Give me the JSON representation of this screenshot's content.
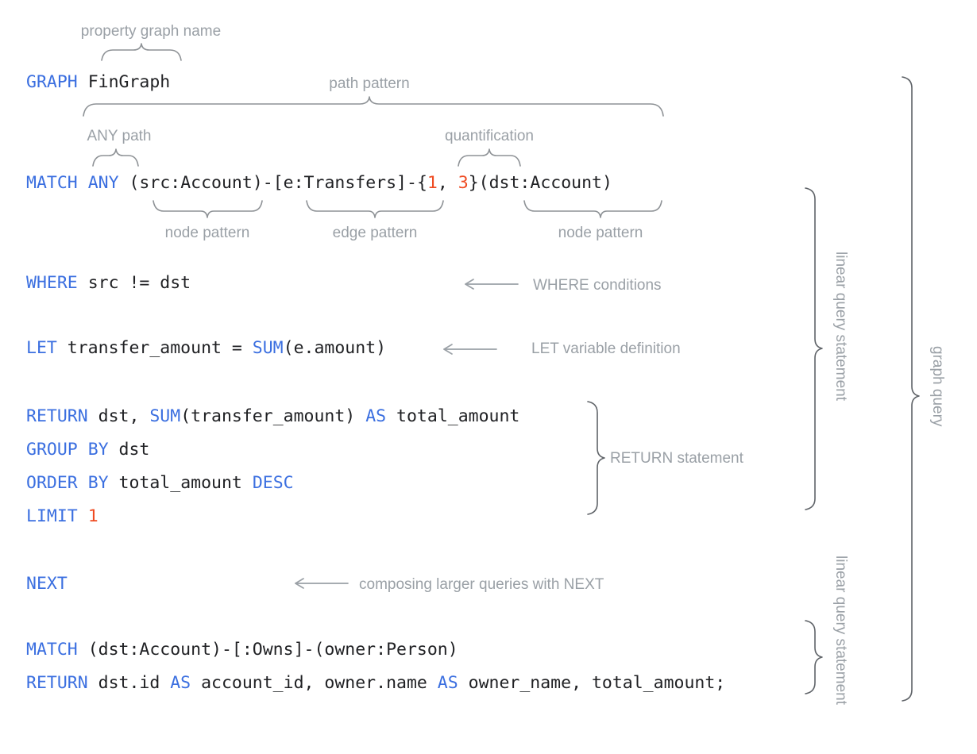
{
  "figure": {
    "title": "GQL graph query anatomy",
    "colors": {
      "keyword_blue": "#3b6fe0",
      "literal_orange": "#ef4b22",
      "plain_text": "#202124",
      "annotation_gray": "#9aa0a6",
      "brace_gray": "#5f6368",
      "background": "#ffffff"
    }
  },
  "code_lines": {
    "graph": {
      "keyword": "GRAPH",
      "name": "FinGraph"
    },
    "match": {
      "keyword": "MATCH",
      "any": "ANY",
      "src_node": "(src:Account)",
      "dash1": "-",
      "edge": "[e:Transfers]",
      "dash2": "-",
      "brace_open": "{",
      "quant_min": "1",
      "quant_comma": ", ",
      "quant_max": "3",
      "brace_close": "}",
      "dst_node": "(dst:Account)"
    },
    "where": {
      "keyword": "WHERE",
      "expr": "src != dst"
    },
    "let": {
      "keyword": "LET",
      "lhs": "transfer_amount = ",
      "fn": "SUM",
      "args": "(e.amount)"
    },
    "return1": {
      "keyword": "RETURN",
      "cols": "dst, ",
      "fn": "SUM",
      "fn_args": "(transfer_amount) ",
      "as": "AS",
      "alias": " total_amount"
    },
    "group_by": {
      "keyword1": "GROUP",
      "keyword2": "BY",
      "expr": "dst"
    },
    "order_by": {
      "keyword1": "ORDER",
      "keyword2": "BY",
      "expr": "total_amount",
      "keyword3": "DESC"
    },
    "limit": {
      "keyword": "LIMIT",
      "value": "1"
    },
    "next": {
      "keyword": "NEXT"
    },
    "match2": {
      "keyword": "MATCH",
      "pattern": "(dst:Account)-[:Owns]-(owner:Person)"
    },
    "return2": {
      "keyword": "RETURN",
      "part1": "dst.id ",
      "as1": "AS",
      "part2": " account_id, owner.name ",
      "as2": "AS",
      "part3": " owner_name, total_amount;"
    }
  },
  "annotations": {
    "property_graph_name": "property graph name",
    "path_pattern": "path pattern",
    "any_path": "ANY path",
    "quantification": "quantification",
    "node_pattern_left": "node pattern",
    "edge_pattern": "edge pattern",
    "node_pattern_right": "node pattern",
    "where_conditions": "WHERE conditions",
    "let_variable_definition": "LET variable definition",
    "return_statement": "RETURN statement",
    "composing_with_next": "composing larger queries with NEXT",
    "linear_query_statement_1": "linear query statement",
    "linear_query_statement_2": "linear query statement",
    "graph_query": "graph query"
  }
}
